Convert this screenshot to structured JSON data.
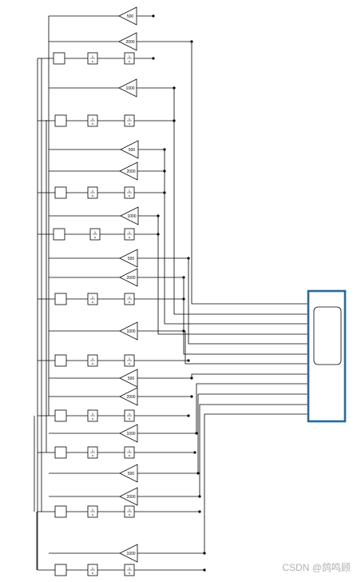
{
  "gains": {
    "g1": "500",
    "g2": "2000",
    "g3": "1000",
    "g4": "500",
    "g5": "2000",
    "g6": "1000",
    "g7": "500",
    "g8": "2000",
    "g9": "1000",
    "g10": "500",
    "g11": "2000",
    "g12": "1000",
    "g13": "500",
    "g14": "2000",
    "g15": "1000"
  },
  "integrator_label": {
    "num": "1",
    "den": "s"
  },
  "watermark": "CSDN @鸽鸣顾"
}
